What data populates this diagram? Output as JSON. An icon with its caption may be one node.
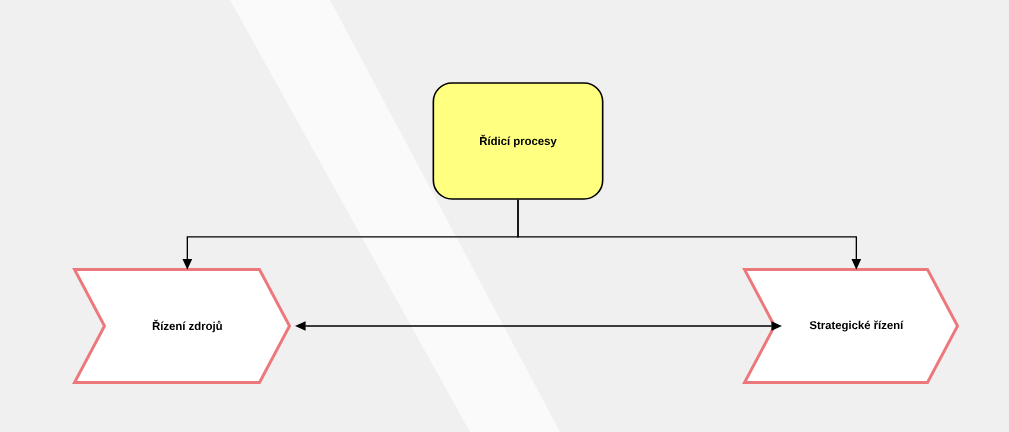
{
  "diagram": {
    "nodes": [
      {
        "text": [
          "Řídicí procesy"
        ]
      },
      {
        "text": [
          "Řízení zdrojů"
        ]
      },
      {
        "text": [
          "Strategické řízení"
        ]
      }
    ],
    "edges": [
      {
        "from": 0,
        "to": 1,
        "arrow": "to"
      },
      {
        "from": 0,
        "to": 2,
        "arrow": "to"
      },
      {
        "from": 1,
        "to": 2,
        "arrow": "both"
      }
    ]
  }
}
